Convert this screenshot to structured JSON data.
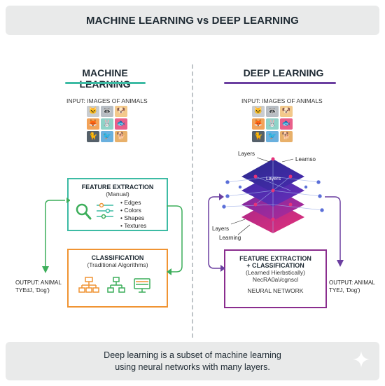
{
  "header": {
    "title": "MACHINE LEARNING vs DEEP LEARNING"
  },
  "ml": {
    "title": "MACHINE LEARNING",
    "input_label": "INPUT: IMAGES OF ANIMALS",
    "feature": {
      "title": "FEATURE EXTRACTION",
      "subtitle": "(Manual)",
      "items": [
        "Edges",
        "Colors",
        "Shapes",
        "Textures"
      ]
    },
    "classification": {
      "title": "CLASSIFICATION",
      "subtitle": "(Traditional Algorithms)"
    },
    "output_line1": "OUTPUT: ANIMAL",
    "output_line2": "TYEdJ, 'Dog')"
  },
  "dl": {
    "title": "DEEP LEARNING",
    "input_label": "INPUT: IMAGES OF ANIMALS",
    "network_labels": {
      "layers_top": "Layers",
      "learning_top": "Learnso",
      "layers_center": "Layers",
      "layers_bottom": "Layers",
      "learning_bottom": "Learning"
    },
    "box": {
      "title_line1": "FEATURE EXTRACTION",
      "title_line2": "+ CLASSIFICATION",
      "subtitle": "(Learned Hierbstically)",
      "code": "NecRA0a\\/cgnscl",
      "footer": "NEURAL NETWORK"
    },
    "output_line1": "OUTPUT: ANIMAL",
    "output_line2": "TYEJ, 'Dog')"
  },
  "animal_grid": [
    {
      "icon": "cat-icon",
      "glyph": "🐱",
      "color": "#c9ccd0"
    },
    {
      "icon": "raccoon-icon",
      "glyph": "🦝",
      "color": "#b8bec4"
    },
    {
      "icon": "dog-icon",
      "glyph": "🐶",
      "color": "#f3c98b"
    },
    {
      "icon": "fox-icon",
      "glyph": "🦊",
      "color": "#f2a359"
    },
    {
      "icon": "rabbit-icon",
      "glyph": "🐰",
      "color": "#8fd3c8"
    },
    {
      "icon": "fish-icon",
      "glyph": "🐟",
      "color": "#e9608a"
    },
    {
      "icon": "black-cat-icon",
      "glyph": "🐈",
      "color": "#55606a"
    },
    {
      "icon": "bird-icon",
      "glyph": "🐦",
      "color": "#6ab0de"
    },
    {
      "icon": "puppy-icon",
      "glyph": "🐕",
      "color": "#e8b06a"
    }
  ],
  "footer": {
    "line1": "Deep learning is a subset of machine learning",
    "line2": "using neural networks with many layers."
  },
  "colors": {
    "teal": "#3dbba4",
    "green": "#3cae5a",
    "orange": "#f09433",
    "purple": "#6b3fa0",
    "magenta": "#8a2d8e"
  }
}
